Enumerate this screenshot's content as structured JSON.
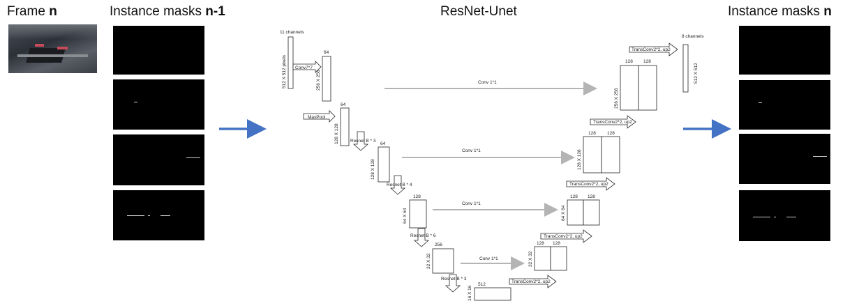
{
  "headings": {
    "frame": {
      "text": "Frame ",
      "bold": "n"
    },
    "masks_prev": {
      "text": "Instance masks ",
      "bold": "n-1"
    },
    "title": "ResNet-Unet",
    "masks_next": {
      "text": "Instance masks ",
      "bold": "n"
    }
  },
  "diagram": {
    "input_channels": "11 channels",
    "input_size": "512 X 512 pixels",
    "conv7": "Conv7*7",
    "enc1": {
      "channels": "64",
      "size": "256 X 256"
    },
    "maxpool": "MaxPool",
    "enc2": {
      "channels": "64",
      "size": "128 X 128"
    },
    "resnet1": "Resnet B * 3",
    "enc3": {
      "channels": "64",
      "size": "128 X 128"
    },
    "resnet2": "Resnet B * 4",
    "enc4": {
      "channels": "128",
      "size": "64 X 64"
    },
    "resnet3": "Resnet B * 6",
    "enc5": {
      "channels": "256",
      "size": "32 X 32"
    },
    "resnet4": "Resnet B * 3",
    "bottleneck": {
      "channels": "512",
      "size": "16 X 16"
    },
    "skip_label": "Conv 1*1",
    "dec_channels": "128",
    "dec1_size": "256 X 256",
    "dec2_size": "128 X 128",
    "dec3_size": "64 X 64",
    "dec4_size": "32 X 32",
    "transconv": "TransConv2*2, up2",
    "output_channels": "8 channels",
    "output_size": "512 X 512"
  },
  "colors": {
    "arrow_blue": "#4472c4",
    "skip_arrow": "#b4b4b4"
  }
}
